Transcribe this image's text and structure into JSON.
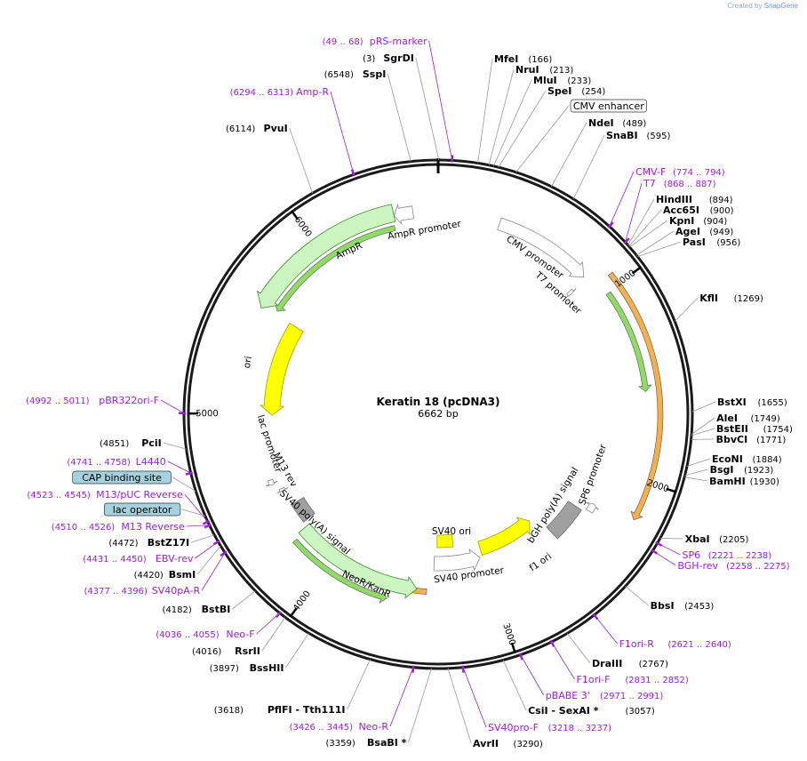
{
  "credit": {
    "prefix": "Created by",
    "brand": "SnapGene"
  },
  "plasmid": {
    "name": "Keratin 18 (pcDNA3)",
    "size_label": "6662 bp",
    "length": 6662
  },
  "ticks": [
    {
      "pos": 1000,
      "label": "1000"
    },
    {
      "pos": 2000,
      "label": "2000"
    },
    {
      "pos": 3000,
      "label": "3000"
    },
    {
      "pos": 4000,
      "label": "4000"
    },
    {
      "pos": 5000,
      "label": "5000"
    },
    {
      "pos": 6000,
      "label": "6000"
    }
  ],
  "right_sites": [
    {
      "name": "MfeI",
      "pos_label": "(166)",
      "pos": 166
    },
    {
      "name": "NruI",
      "pos_label": "(213)",
      "pos": 213
    },
    {
      "name": "MluI",
      "pos_label": "(233)",
      "pos": 233
    },
    {
      "name": "SpeI",
      "pos_label": "(254)",
      "pos": 254
    },
    {
      "name": "CMV enhancer",
      "pos_label": "",
      "pos": 330,
      "boxed": true,
      "box_color": "#ffffff"
    },
    {
      "name": "NdeI",
      "pos_label": "(489)",
      "pos": 489
    },
    {
      "name": "SnaBI",
      "pos_label": "(595)",
      "pos": 595
    },
    {
      "name": "CMV-F",
      "pos_label": "(774 .. 794)",
      "pos": 784,
      "primer": true
    },
    {
      "name": "T7",
      "pos_label": "(868 .. 887)",
      "pos": 877,
      "primer": true
    },
    {
      "name": "HindIII",
      "pos_label": "(894)",
      "pos": 894
    },
    {
      "name": "Acc65I",
      "pos_label": "(900)",
      "pos": 900
    },
    {
      "name": "KpnI",
      "pos_label": "(904)",
      "pos": 904
    },
    {
      "name": "AgeI",
      "pos_label": "(949)",
      "pos": 949
    },
    {
      "name": "PasI",
      "pos_label": "(956)",
      "pos": 956
    },
    {
      "name": "KflI",
      "pos_label": "(1269)",
      "pos": 1269
    },
    {
      "name": "BstXI",
      "pos_label": "(1655)",
      "pos": 1655
    },
    {
      "name": "AleI",
      "pos_label": "(1749)",
      "pos": 1749
    },
    {
      "name": "BstEII",
      "pos_label": "(1754)",
      "pos": 1754
    },
    {
      "name": "BbvCI",
      "pos_label": "(1771)",
      "pos": 1771
    },
    {
      "name": "EcoNI",
      "pos_label": "(1884)",
      "pos": 1884
    },
    {
      "name": "BsgI",
      "pos_label": "(1923)",
      "pos": 1923
    },
    {
      "name": "BamHI",
      "pos_label": "(1930)",
      "pos": 1930
    },
    {
      "name": "XbaI",
      "pos_label": "(2205)",
      "pos": 2205
    },
    {
      "name": "SP6",
      "pos_label": "(2221 .. 2238)",
      "pos": 2229,
      "primer": true
    },
    {
      "name": "BGH-rev",
      "pos_label": "(2258 .. 2275)",
      "pos": 2266,
      "primer": true
    },
    {
      "name": "BbsI",
      "pos_label": "(2453)",
      "pos": 2453
    },
    {
      "name": "F1ori-R",
      "pos_label": "(2621 .. 2640)",
      "pos": 2630,
      "primer": true
    },
    {
      "name": "DraIII",
      "pos_label": "(2767)",
      "pos": 2767
    },
    {
      "name": "F1ori-F",
      "pos_label": "(2831 .. 2852)",
      "pos": 2841,
      "primer": true
    },
    {
      "name": "pBABE 3'",
      "pos_label": "(2971 .. 2991)",
      "pos": 2981,
      "primer": true
    },
    {
      "name": "CsiI - SexAI *",
      "pos_label": "(3057)",
      "pos": 3057
    },
    {
      "name": "SV40pro-F",
      "pos_label": "(3218 .. 3237)",
      "pos": 3227,
      "primer": true
    },
    {
      "name": "AvrII",
      "pos_label": "(3290)",
      "pos": 3290
    }
  ],
  "left_sites": [
    {
      "name": "pRS-marker",
      "pos_label": "(49 .. 68)",
      "pos": 58,
      "primer": true
    },
    {
      "name": "SgrDI",
      "pos_label": "(3)",
      "pos": 3
    },
    {
      "name": "SspI",
      "pos_label": "(6548)",
      "pos": 6548
    },
    {
      "name": "Amp-R",
      "pos_label": "(6294 .. 6313)",
      "pos": 6303,
      "primer": true
    },
    {
      "name": "PvuI",
      "pos_label": "(6114)",
      "pos": 6114
    },
    {
      "name": "pBR322ori-F",
      "pos_label": "(4992 .. 5011)",
      "pos": 5001,
      "primer": true
    },
    {
      "name": "PciI",
      "pos_label": "(4851)",
      "pos": 4851
    },
    {
      "name": "L4440",
      "pos_label": "(4741 .. 4758)",
      "pos": 4749,
      "primer": true
    },
    {
      "name": "CAP binding site",
      "pos_label": "",
      "pos": 4670,
      "boxed": true,
      "box_color": "#a6d1de"
    },
    {
      "name": "M13/pUC Reverse",
      "pos_label": "(4523 .. 4545)",
      "pos": 4534,
      "primer": true
    },
    {
      "name": "lac operator",
      "pos_label": "",
      "pos": 4560,
      "boxed": true,
      "box_color": "#a6d1de"
    },
    {
      "name": "M13 Reverse",
      "pos_label": "(4510 .. 4526)",
      "pos": 4518,
      "primer": true
    },
    {
      "name": "BstZ17I",
      "pos_label": "(4472)",
      "pos": 4472
    },
    {
      "name": "EBV-rev",
      "pos_label": "(4431 .. 4450)",
      "pos": 4440,
      "primer": true
    },
    {
      "name": "BsmI",
      "pos_label": "(4420)",
      "pos": 4420
    },
    {
      "name": "SV40pA-R",
      "pos_label": "(4377 .. 4396)",
      "pos": 4386,
      "primer": true
    },
    {
      "name": "BstBI",
      "pos_label": "(4182)",
      "pos": 4182
    },
    {
      "name": "Neo-F",
      "pos_label": "(4036 .. 4055)",
      "pos": 4045,
      "primer": true
    },
    {
      "name": "RsrII",
      "pos_label": "(4016)",
      "pos": 4016
    },
    {
      "name": "BssHII",
      "pos_label": "(3897)",
      "pos": 3897
    },
    {
      "name": "PflFI - Tth111I",
      "pos_label": "(3618)",
      "pos": 3618
    },
    {
      "name": "Neo-R",
      "pos_label": "(3426 .. 3445)",
      "pos": 3435,
      "primer": true
    },
    {
      "name": "BsaBI *",
      "pos_label": "(3359)",
      "pos": 3359
    }
  ],
  "features": [
    {
      "name": "CMV promoter",
      "start": 330,
      "end": 865,
      "dir": 1,
      "color": "#ffffff",
      "stroke": "#888888"
    },
    {
      "name": "T7 promoter",
      "start": 868,
      "end": 887,
      "dir": 1,
      "color": "#ffffff",
      "stroke": "#888888"
    },
    {
      "name": "AmpR promoter",
      "start": 6430,
      "end": 6530,
      "dir": -1,
      "color": "#ffffff",
      "stroke": "#888888"
    },
    {
      "name": "AmpR",
      "start": 5570,
      "end": 6430,
      "dir": -1,
      "color": "#ccf5c2",
      "stroke": "#3c8c2c"
    },
    {
      "name": "ori",
      "start": 4990,
      "end": 5580,
      "dir": -1,
      "color": "#ffff00",
      "stroke": "#a0a000"
    },
    {
      "name": "lac promoter",
      "start": 4570,
      "end": 4600,
      "dir": -1,
      "color": "#ffffff",
      "stroke": "#888888"
    },
    {
      "name": "M13 rev",
      "start": 4510,
      "end": 4527,
      "dir": -1,
      "color": "#ffffff",
      "stroke": "#888888"
    },
    {
      "name": "SV40 poly(A) signal",
      "start": 4280,
      "end": 4410,
      "dir": 0,
      "color": "#a0a0a0",
      "stroke": "#707070"
    },
    {
      "name": "NeoR/KanR",
      "start": 3460,
      "end": 4250,
      "dir": -1,
      "color": "#ccf5c2",
      "stroke": "#3c8c2c"
    },
    {
      "name": "SV40 promoter",
      "start": 3030,
      "end": 3360,
      "dir": -1,
      "color": "#ffffff",
      "stroke": "#888888"
    },
    {
      "name": "SV40 ori",
      "start": 3210,
      "end": 3340,
      "dir": 0,
      "color": "#ffff00",
      "stroke": "#a0a000"
    },
    {
      "name": "f1 ori",
      "start": 2580,
      "end": 3010,
      "dir": -1,
      "color": "#ffff00",
      "stroke": "#a0a000"
    },
    {
      "name": "bGH poly(A) signal",
      "start": 2290,
      "end": 2520,
      "dir": 0,
      "color": "#a0a0a0",
      "stroke": "#707070"
    },
    {
      "name": "SP6 promoter",
      "start": 2220,
      "end": 2270,
      "dir": -1,
      "color": "#ffffff",
      "stroke": "#888888"
    }
  ],
  "orfs": [
    {
      "start": 940,
      "end": 2190,
      "dir": 1,
      "color": "#f2a230"
    },
    {
      "start": 1010,
      "end": 1550,
      "dir": 1,
      "color": "#7dd34d"
    },
    {
      "start": 3400,
      "end": 4120,
      "dir": 1,
      "color": "#f2a230"
    },
    {
      "start": 3620,
      "end": 4230,
      "dir": -1,
      "color": "#7dd34d"
    },
    {
      "start": 5600,
      "end": 6420,
      "dir": -1,
      "color": "#7dd34d"
    }
  ],
  "colors": {
    "backbone": "#1a1a1a",
    "primer": "#9b1fd6",
    "site": "#000000",
    "connector": "#999999"
  }
}
